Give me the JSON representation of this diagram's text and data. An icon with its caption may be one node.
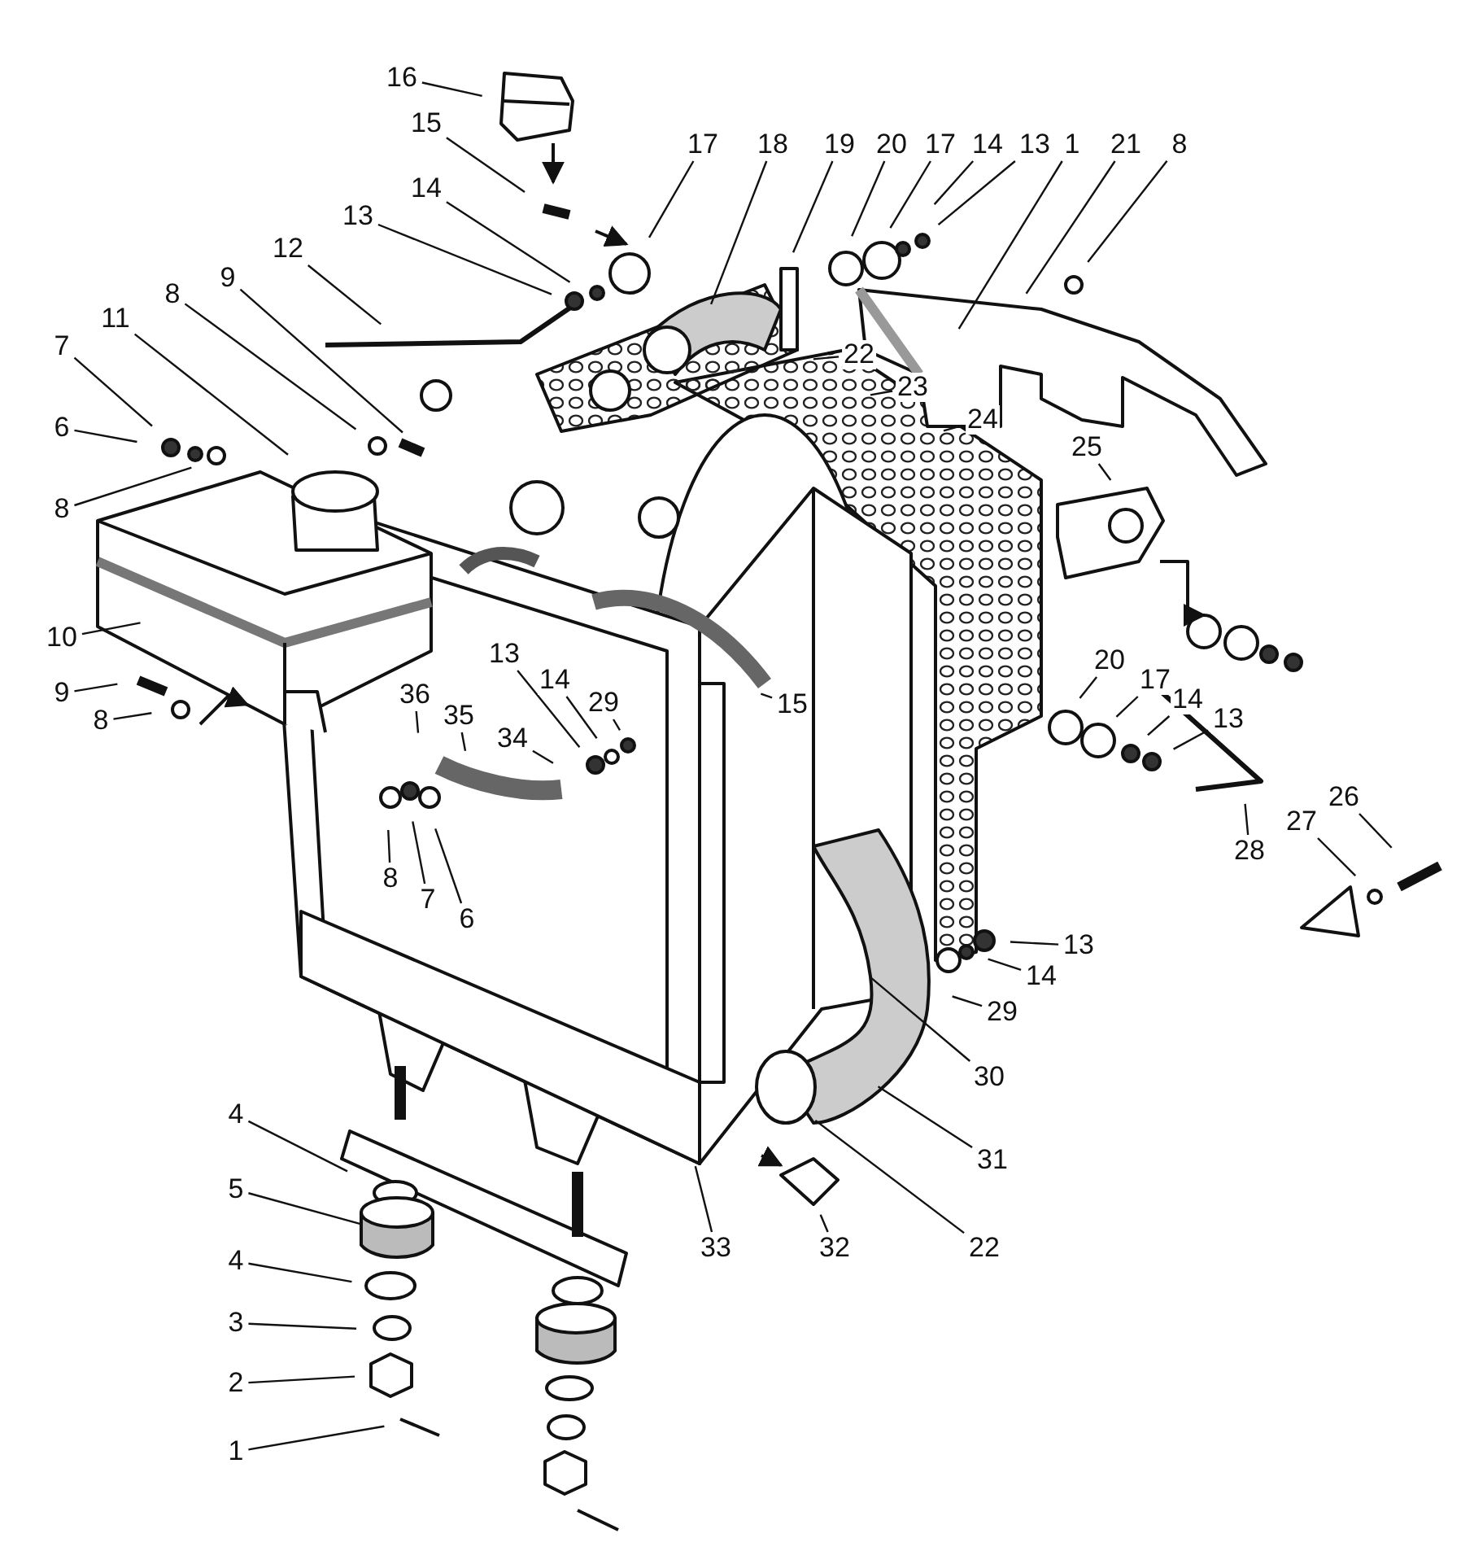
{
  "diagram": {
    "nodes": [
      {
        "text": [
          "16"
        ]
      },
      {
        "text": [
          "15"
        ]
      },
      {
        "text": [
          "14"
        ]
      },
      {
        "text": [
          "13"
        ]
      },
      {
        "text": [
          "12"
        ]
      },
      {
        "text": [
          "17"
        ]
      },
      {
        "text": [
          "18"
        ]
      },
      {
        "text": [
          "19"
        ]
      },
      {
        "text": [
          "20"
        ]
      },
      {
        "text": [
          "17"
        ]
      },
      {
        "text": [
          "14"
        ]
      },
      {
        "text": [
          "13"
        ]
      },
      {
        "text": [
          "1"
        ]
      },
      {
        "text": [
          "21"
        ]
      },
      {
        "text": [
          "8"
        ]
      },
      {
        "text": [
          "9"
        ]
      },
      {
        "text": [
          "8"
        ]
      },
      {
        "text": [
          "11"
        ]
      },
      {
        "text": [
          "7"
        ]
      },
      {
        "text": [
          "6"
        ]
      },
      {
        "text": [
          "8"
        ]
      },
      {
        "text": [
          "10"
        ]
      },
      {
        "text": [
          "9"
        ]
      },
      {
        "text": [
          "8"
        ]
      },
      {
        "text": [
          "22"
        ]
      },
      {
        "text": [
          "23"
        ]
      },
      {
        "text": [
          "24"
        ]
      },
      {
        "text": [
          "25"
        ]
      },
      {
        "text": [
          "13"
        ]
      },
      {
        "text": [
          "14"
        ]
      },
      {
        "text": [
          "29"
        ]
      },
      {
        "text": [
          "36"
        ]
      },
      {
        "text": [
          "35"
        ]
      },
      {
        "text": [
          "34"
        ]
      },
      {
        "text": [
          "15"
        ]
      },
      {
        "text": [
          "20"
        ]
      },
      {
        "text": [
          "17"
        ]
      },
      {
        "text": [
          "14"
        ]
      },
      {
        "text": [
          "13"
        ]
      },
      {
        "text": [
          "28"
        ]
      },
      {
        "text": [
          "26"
        ]
      },
      {
        "text": [
          "27"
        ]
      },
      {
        "text": [
          "8"
        ]
      },
      {
        "text": [
          "7"
        ]
      },
      {
        "text": [
          "6"
        ]
      },
      {
        "text": [
          "13"
        ]
      },
      {
        "text": [
          "14"
        ]
      },
      {
        "text": [
          "29"
        ]
      },
      {
        "text": [
          "30"
        ]
      },
      {
        "text": [
          "31"
        ]
      },
      {
        "text": [
          "22"
        ]
      },
      {
        "text": [
          "33"
        ]
      },
      {
        "text": [
          "32"
        ]
      },
      {
        "text": [
          "4"
        ]
      },
      {
        "text": [
          "5"
        ]
      },
      {
        "text": [
          "4"
        ]
      },
      {
        "text": [
          "3"
        ]
      },
      {
        "text": [
          "2"
        ]
      },
      {
        "text": [
          "1"
        ]
      }
    ],
    "edges": [
      {
        "from": 0,
        "to": null,
        "arrow": "none"
      },
      {
        "from": 1,
        "to": null,
        "arrow": "none"
      },
      {
        "from": 2,
        "to": null,
        "arrow": "none"
      },
      {
        "from": 3,
        "to": null,
        "arrow": "none"
      },
      {
        "from": 4,
        "to": null,
        "arrow": "none"
      },
      {
        "from": 5,
        "to": null,
        "arrow": "none"
      },
      {
        "from": 6,
        "to": null,
        "arrow": "none"
      },
      {
        "from": 7,
        "to": null,
        "arrow": "none"
      },
      {
        "from": 8,
        "to": null,
        "arrow": "none"
      },
      {
        "from": 9,
        "to": null,
        "arrow": "none"
      },
      {
        "from": 10,
        "to": null,
        "arrow": "none"
      },
      {
        "from": 11,
        "to": null,
        "arrow": "none"
      },
      {
        "from": 12,
        "to": null,
        "arrow": "none"
      },
      {
        "from": 13,
        "to": null,
        "arrow": "none"
      },
      {
        "from": 14,
        "to": null,
        "arrow": "none"
      },
      {
        "from": 15,
        "to": null,
        "arrow": "none"
      },
      {
        "from": 16,
        "to": null,
        "arrow": "none"
      },
      {
        "from": 17,
        "to": null,
        "arrow": "none"
      },
      {
        "from": 18,
        "to": null,
        "arrow": "none"
      },
      {
        "from": 19,
        "to": null,
        "arrow": "none"
      },
      {
        "from": 20,
        "to": null,
        "arrow": "none"
      },
      {
        "from": 21,
        "to": null,
        "arrow": "none"
      },
      {
        "from": 22,
        "to": null,
        "arrow": "none"
      },
      {
        "from": 23,
        "to": null,
        "arrow": "none"
      },
      {
        "from": 24,
        "to": null,
        "arrow": "none"
      },
      {
        "from": 25,
        "to": null,
        "arrow": "none"
      },
      {
        "from": 26,
        "to": null,
        "arrow": "none"
      },
      {
        "from": 27,
        "to": null,
        "arrow": "none"
      },
      {
        "from": 28,
        "to": null,
        "arrow": "none"
      },
      {
        "from": 29,
        "to": null,
        "arrow": "none"
      },
      {
        "from": 30,
        "to": null,
        "arrow": "none"
      },
      {
        "from": 31,
        "to": null,
        "arrow": "none"
      },
      {
        "from": 32,
        "to": null,
        "arrow": "none"
      },
      {
        "from": 33,
        "to": null,
        "arrow": "none"
      },
      {
        "from": 34,
        "to": null,
        "arrow": "none"
      },
      {
        "from": 35,
        "to": null,
        "arrow": "none"
      },
      {
        "from": 36,
        "to": null,
        "arrow": "none"
      },
      {
        "from": 37,
        "to": null,
        "arrow": "none"
      },
      {
        "from": 38,
        "to": null,
        "arrow": "none"
      },
      {
        "from": 39,
        "to": null,
        "arrow": "none"
      },
      {
        "from": 40,
        "to": null,
        "arrow": "none"
      },
      {
        "from": 41,
        "to": null,
        "arrow": "none"
      },
      {
        "from": 42,
        "to": null,
        "arrow": "none"
      },
      {
        "from": 43,
        "to": null,
        "arrow": "none"
      },
      {
        "from": 44,
        "to": null,
        "arrow": "none"
      },
      {
        "from": 45,
        "to": null,
        "arrow": "none"
      },
      {
        "from": 46,
        "to": null,
        "arrow": "none"
      },
      {
        "from": 47,
        "to": null,
        "arrow": "none"
      },
      {
        "from": 48,
        "to": null,
        "arrow": "none"
      },
      {
        "from": 49,
        "to": null,
        "arrow": "none"
      },
      {
        "from": 50,
        "to": null,
        "arrow": "none"
      },
      {
        "from": 51,
        "to": null,
        "arrow": "none"
      },
      {
        "from": 52,
        "to": null,
        "arrow": "none"
      },
      {
        "from": 53,
        "to": null,
        "arrow": "none"
      },
      {
        "from": 54,
        "to": null,
        "arrow": "none"
      },
      {
        "from": 55,
        "to": null,
        "arrow": "none"
      },
      {
        "from": 56,
        "to": null,
        "arrow": "none"
      },
      {
        "from": 57,
        "to": null,
        "arrow": "none"
      },
      {
        "from": 58,
        "to": null,
        "arrow": "none"
      }
    ]
  }
}
